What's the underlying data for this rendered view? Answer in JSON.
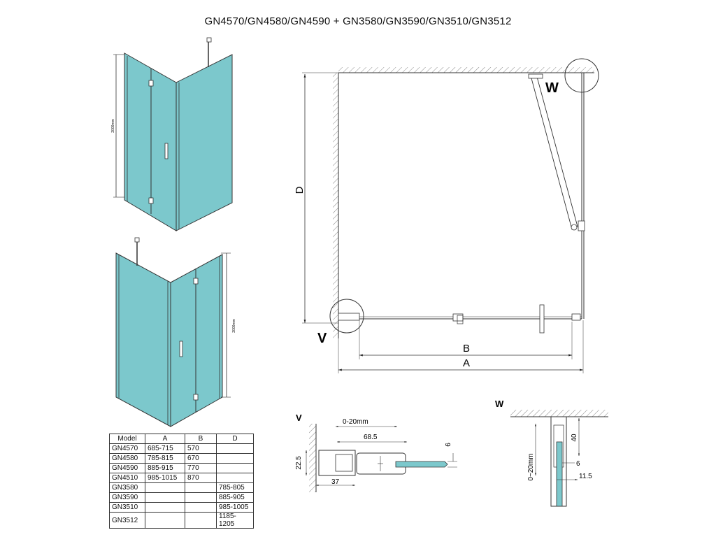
{
  "title": "GN4570/GN4580/GN4590 + GN3580/GN3590/GN3510/GN3512",
  "colors": {
    "glass": "#7cc8cc",
    "line": "#333333",
    "glass_detail": "#5fb7bb"
  },
  "isometric": {
    "top_height_label": "2000mm",
    "bottom_height_label": "2000mm"
  },
  "plan": {
    "label_D": "D",
    "label_B": "B",
    "label_A": "A",
    "detail_W": "W",
    "detail_V": "V"
  },
  "detail_v": {
    "letter": "V",
    "dim_range": "0-20mm",
    "dim_685": "68.5",
    "dim_6": "6",
    "dim_225": "22.5",
    "dim_37": "37"
  },
  "detail_w": {
    "letter": "W",
    "dim_40": "40",
    "dim_range": "0~20mm",
    "dim_6": "6",
    "dim_115": "11.5"
  },
  "table": {
    "headers": [
      "Model",
      "A",
      "B",
      "D"
    ],
    "rows": [
      [
        "GN4570",
        "685-715",
        "570",
        ""
      ],
      [
        "GN4580",
        "785-815",
        "670",
        ""
      ],
      [
        "GN4590",
        "885-915",
        "770",
        ""
      ],
      [
        "GN4510",
        "985-1015",
        "870",
        ""
      ],
      [
        "GN3580",
        "",
        "",
        "785-805"
      ],
      [
        "GN3590",
        "",
        "",
        "885-905"
      ],
      [
        "GN3510",
        "",
        "",
        "985-1005"
      ],
      [
        "GN3512",
        "",
        "",
        "1185-1205"
      ]
    ]
  }
}
